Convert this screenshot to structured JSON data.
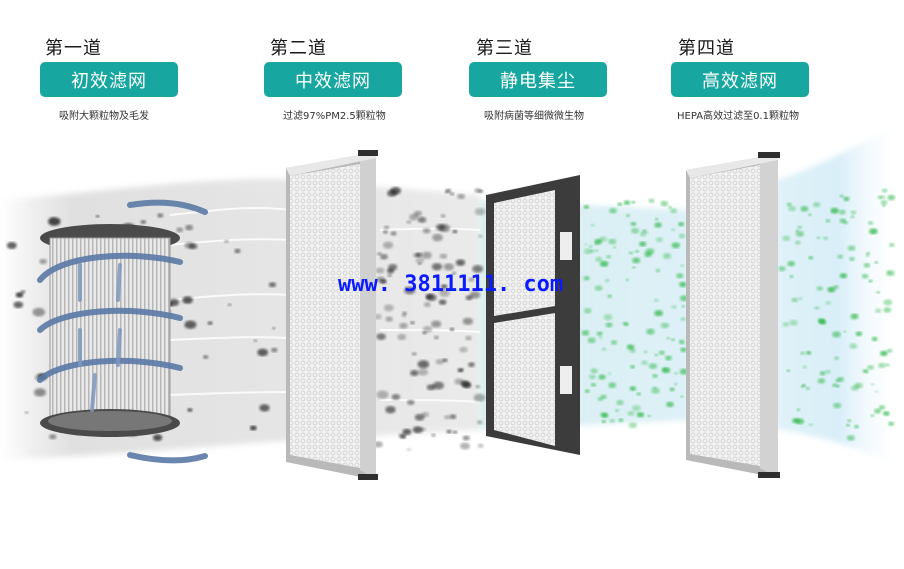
{
  "stages": [
    {
      "title": "第一道",
      "filter": "初效滤网",
      "desc": "吸附大颗粒物及毛发"
    },
    {
      "title": "第二道",
      "filter": "中效滤网",
      "desc": "过滤97%PM2.5颗粒物"
    },
    {
      "title": "第三道",
      "filter": "静电集尘",
      "desc": "吸附病菌等细微微生物"
    },
    {
      "title": "第四道",
      "filter": "高效滤网",
      "desc": "HEPA高效过滤至0.1颗粒物"
    }
  ],
  "watermark": "www. 3811111. com",
  "colors": {
    "badge": "#17a7a0",
    "watermark": "#0a1aff",
    "particle_dark": "#222222",
    "particle_green": "#2fb84a"
  }
}
